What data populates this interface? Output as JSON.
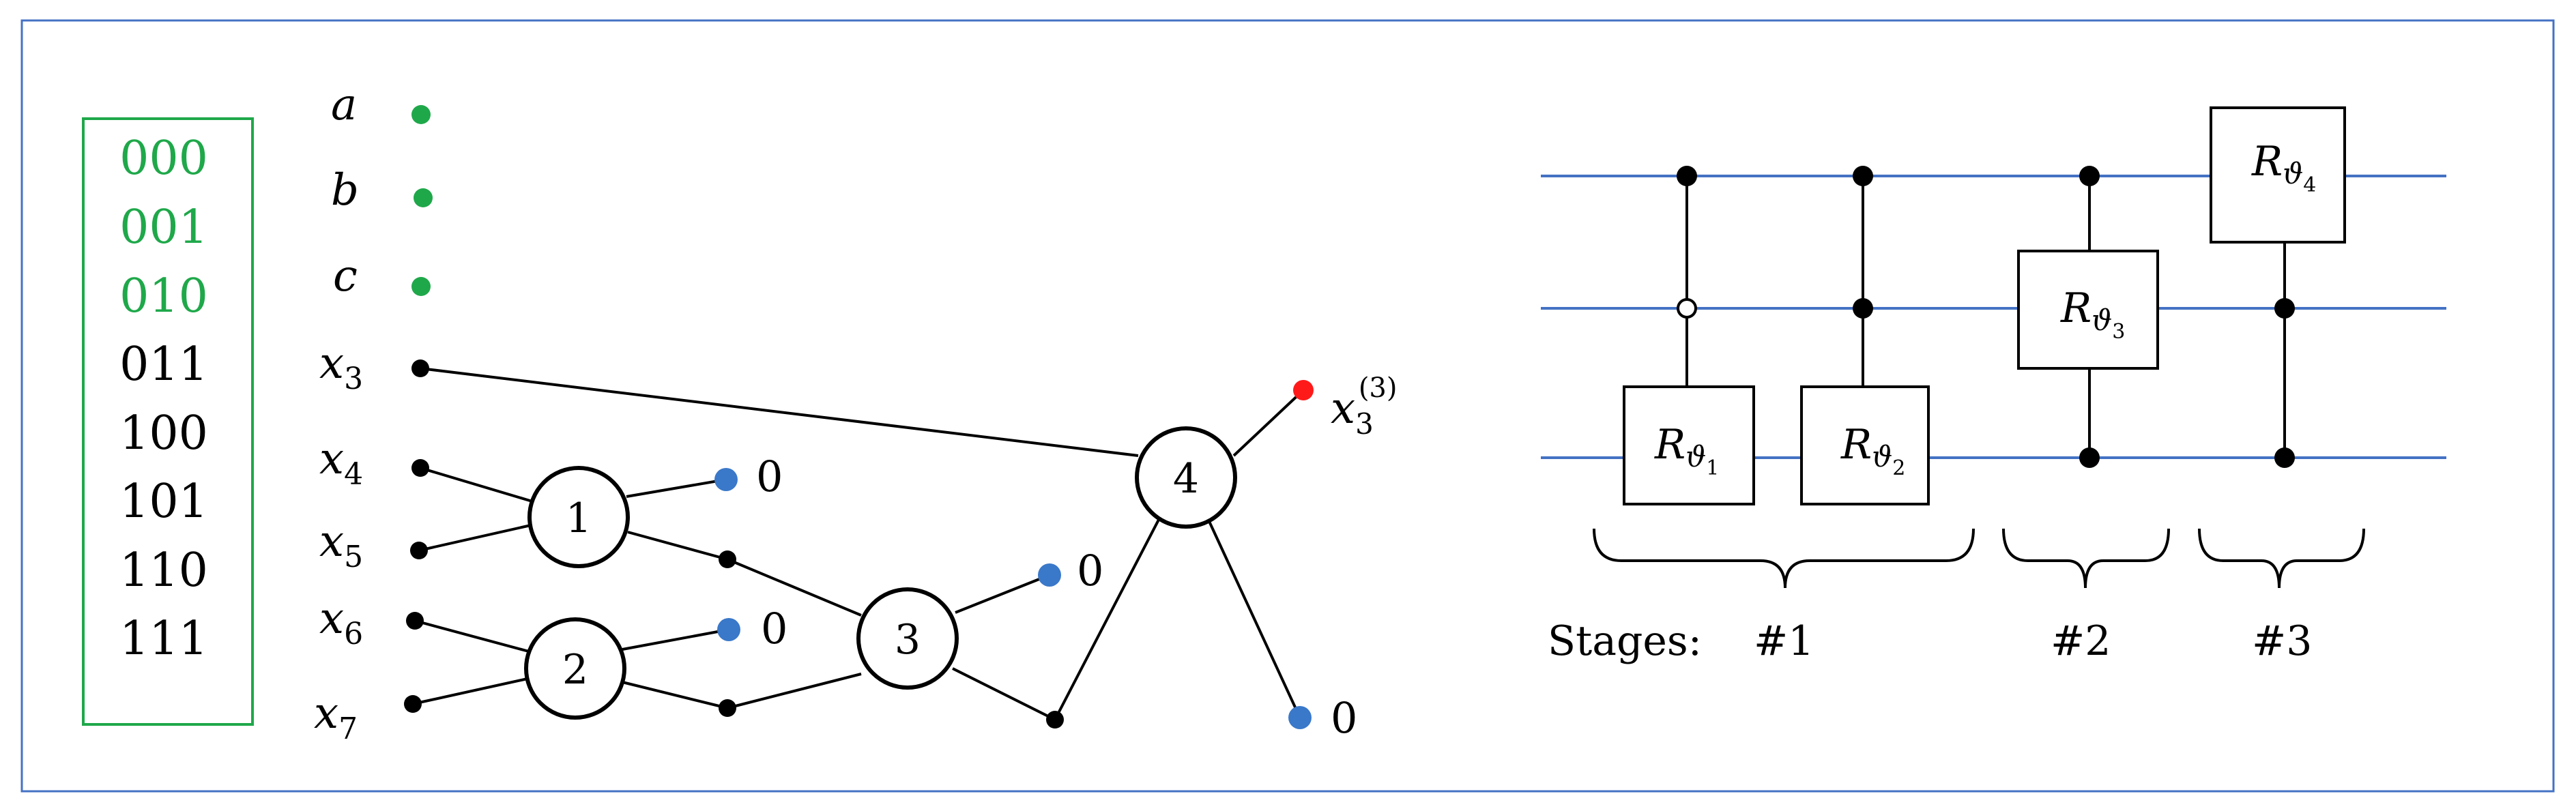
{
  "colors": {
    "border": "#4472C4",
    "green": "#1FA84A",
    "black": "#000000",
    "blue_node": "#3A78C9",
    "red_node": "#FF1A1A",
    "wire": "#4472C4"
  },
  "binary_codes": [
    {
      "code": "000",
      "color": "green"
    },
    {
      "code": "001",
      "color": "green"
    },
    {
      "code": "010",
      "color": "green"
    },
    {
      "code": "011",
      "color": "black"
    },
    {
      "code": "100",
      "color": "black"
    },
    {
      "code": "101",
      "color": "black"
    },
    {
      "code": "110",
      "color": "black"
    },
    {
      "code": "111",
      "color": "black"
    }
  ],
  "tree": {
    "labels": {
      "a": "a",
      "b": "b",
      "c": "c",
      "x3_base": "x",
      "x3_sub": "3",
      "x4_base": "x",
      "x4_sub": "4",
      "x5_base": "x",
      "x5_sub": "5",
      "x6_base": "x",
      "x6_sub": "6",
      "x7_base": "x",
      "x7_sub": "7",
      "out_base": "x",
      "out_sub": "3",
      "out_sup": "(3)"
    },
    "gates": [
      "1",
      "2",
      "3",
      "4"
    ],
    "zeros": [
      "0",
      "0",
      "0",
      "0"
    ]
  },
  "circuit": {
    "rotations": [
      {
        "base": "R",
        "sub": "ϑ",
        "subsub": "1"
      },
      {
        "base": "R",
        "sub": "ϑ",
        "subsub": "2"
      },
      {
        "base": "R",
        "sub": "ϑ",
        "subsub": "3"
      },
      {
        "base": "R",
        "sub": "ϑ",
        "subsub": "4"
      }
    ],
    "stages_label": "Stages:",
    "stages": [
      "#1",
      "#2",
      "#3"
    ]
  }
}
